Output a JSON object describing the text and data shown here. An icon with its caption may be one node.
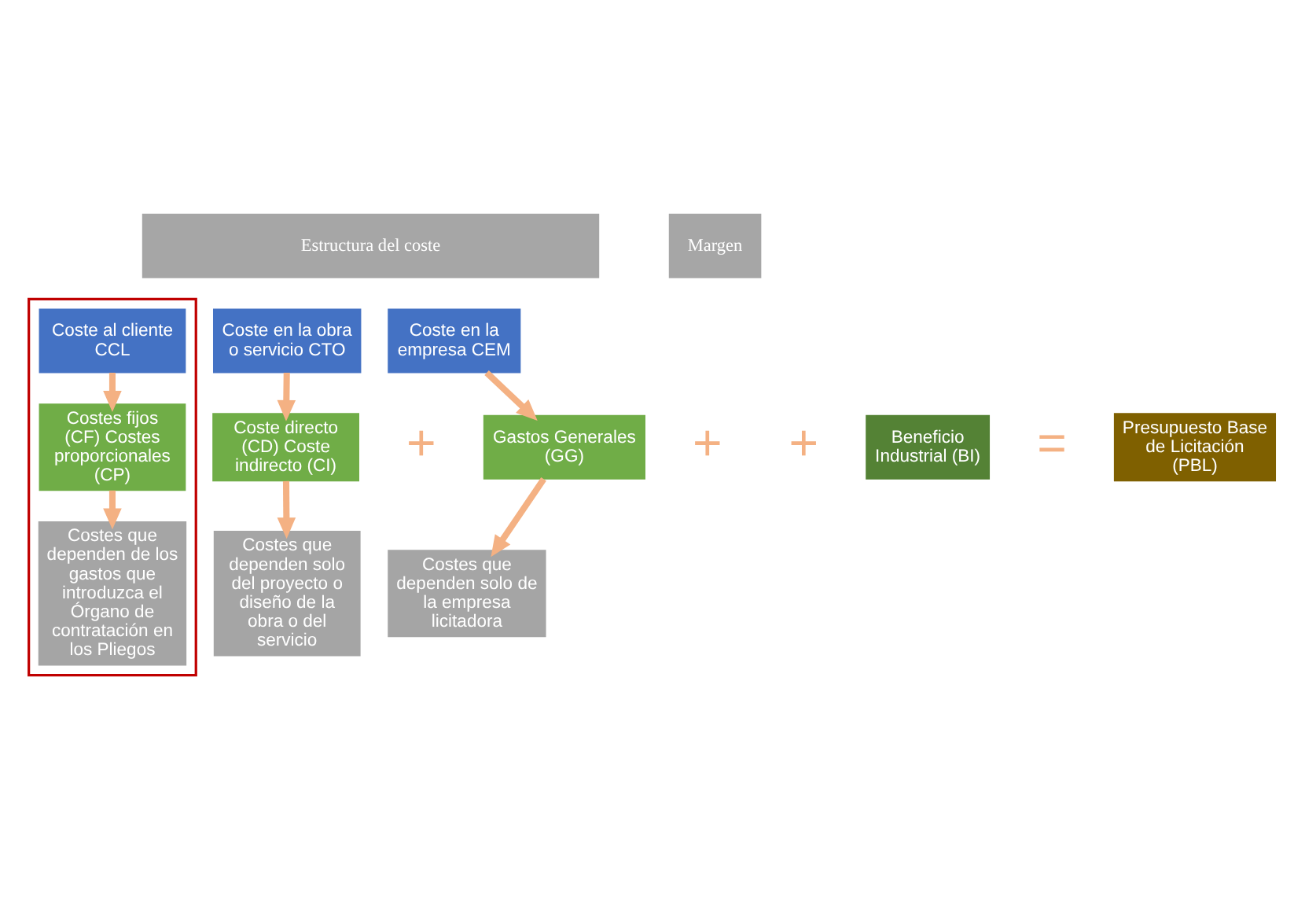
{
  "diagram": {
    "nodes": [
      {
        "text": [
          "Estructura del coste"
        ]
      },
      {
        "text": [
          "Margen"
        ]
      },
      {
        "text": [
          "Coste en la obra o servicio CTO"
        ]
      },
      {
        "text": [
          "Coste directo (CD) Coste indirecto (CI)"
        ]
      },
      {
        "text": [
          "Costes que dependen solo del proyecto o diseño de la obra o del servicio"
        ]
      },
      {
        "text": [
          "Coste en la empresa CEM"
        ]
      },
      {
        "text": [
          "Gastos Generales (GG)"
        ]
      },
      {
        "text": [
          "Costes que dependen solo de la empresa licitadora"
        ]
      },
      {
        "text": [],
        "shape": "box"
      },
      {
        "text": [
          "Coste al cliente CCL"
        ],
        "in": 8
      },
      {
        "text": [
          "Costes fijos (CF) Costes proporcionales (CP)"
        ],
        "in": 8
      },
      {
        "text": [
          "Costes que dependen de los gastos que introduzca el Órgano de contratación en los Pliegos"
        ],
        "in": 8
      },
      {
        "text": [
          "Beneficio Industrial (BI)"
        ]
      },
      {
        "text": [
          "Presupuesto Base de Licitación (PBL)"
        ]
      }
    ],
    "edges": [
      {
        "from": 2,
        "to": 3,
        "arrow": "to"
      },
      {
        "from": 3,
        "to": 4,
        "arrow": "to"
      },
      {
        "from": 5,
        "to": 6,
        "arrow": "to"
      },
      {
        "from": 6,
        "to": 7,
        "arrow": "to"
      },
      {
        "from": 9,
        "to": 10,
        "arrow": "to"
      },
      {
        "from": 10,
        "to": 11,
        "arrow": "to"
      }
    ],
    "labels": [
      "+",
      "+",
      "+",
      "="
    ]
  }
}
